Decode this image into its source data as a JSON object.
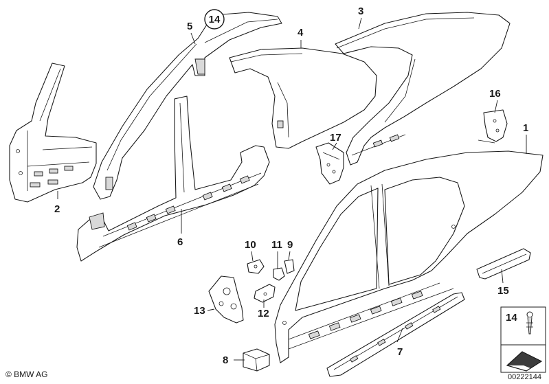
{
  "labels": {
    "p1": "1",
    "p2": "2",
    "p3": "3",
    "p4": "4",
    "p5": "5",
    "p6": "6",
    "p7": "7",
    "p8": "8",
    "p9": "9",
    "p10": "10",
    "p11": "11",
    "p12": "12",
    "p13": "13",
    "p14": "14",
    "p15": "15",
    "p16": "16",
    "p17": "17"
  },
  "legend_box": {
    "number": "14"
  },
  "footer": {
    "copyright": "© BMW AG",
    "diagram_id": "00222144"
  }
}
